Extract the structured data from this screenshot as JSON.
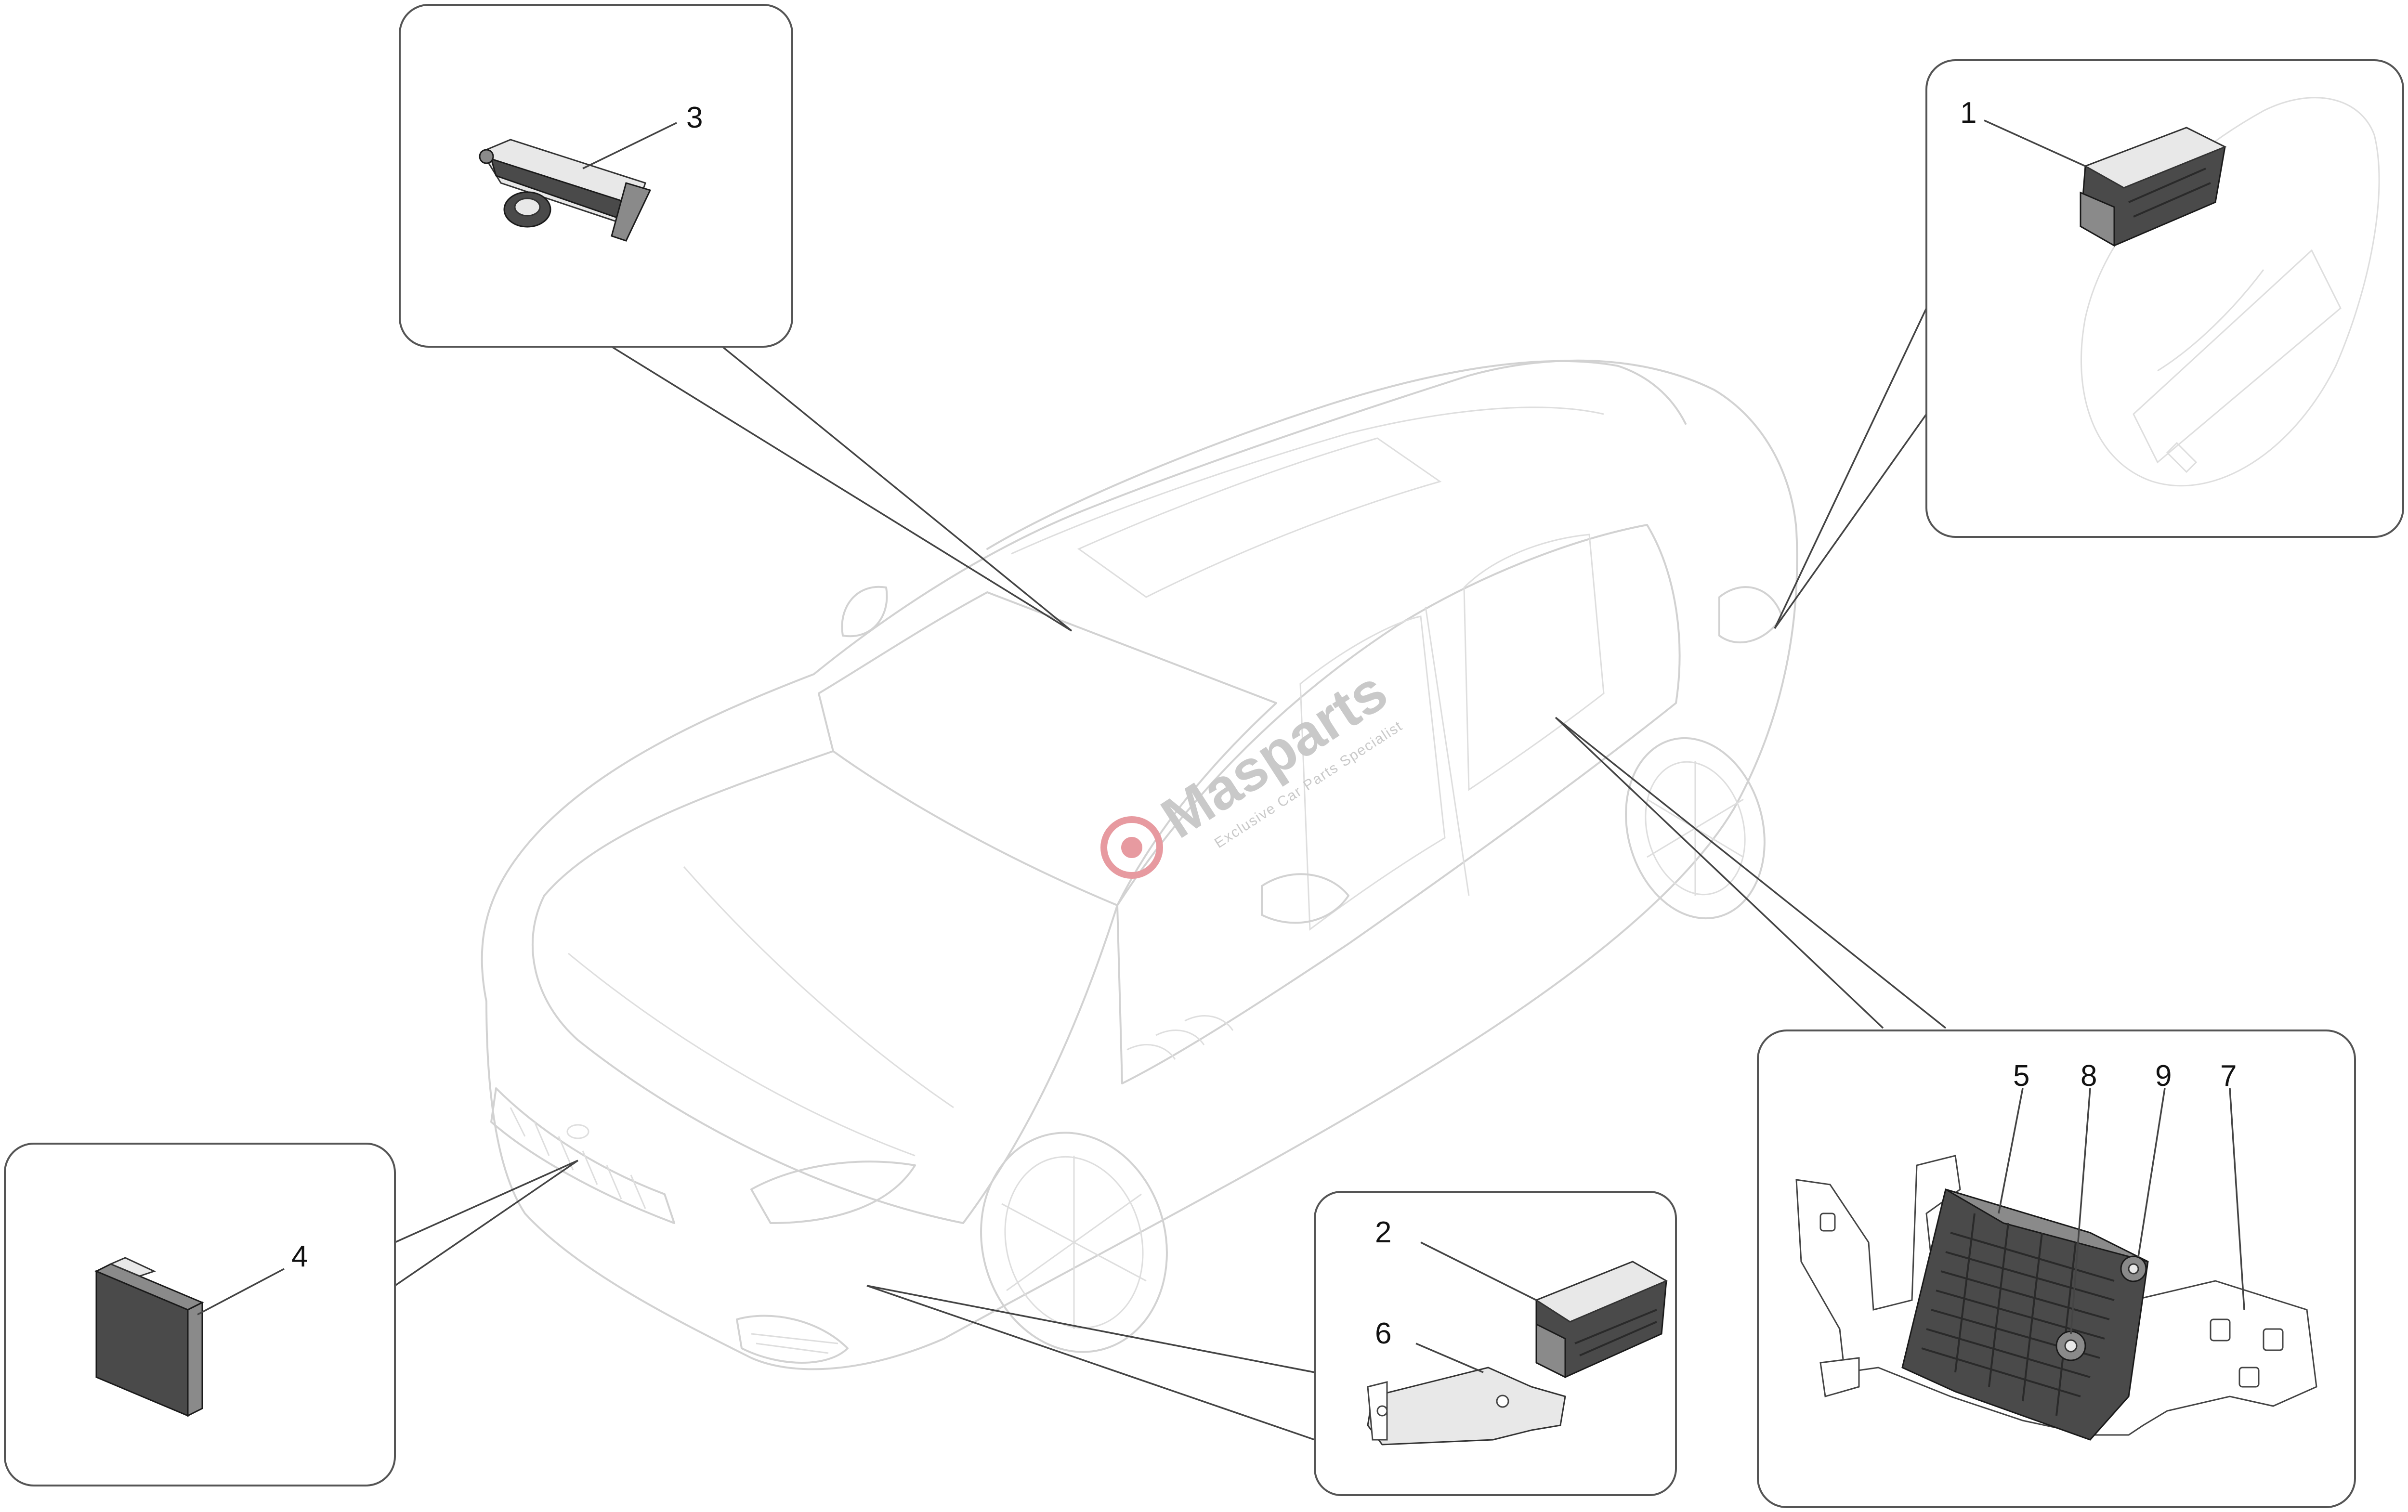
{
  "watermark": {
    "brand": "Masparts",
    "tagline": "Exclusive Car Parts Specialist"
  },
  "callouts": {
    "c1": "1",
    "c2": "2",
    "c3": "3",
    "c4": "4",
    "c5": "5",
    "c6": "6",
    "c7": "7",
    "c8": "8",
    "c9": "9"
  },
  "colors": {
    "line": "#555555",
    "car_outline": "#d2d2d2",
    "watermark": "#c9c9c9",
    "watermark_accent": "#e79aa0"
  }
}
